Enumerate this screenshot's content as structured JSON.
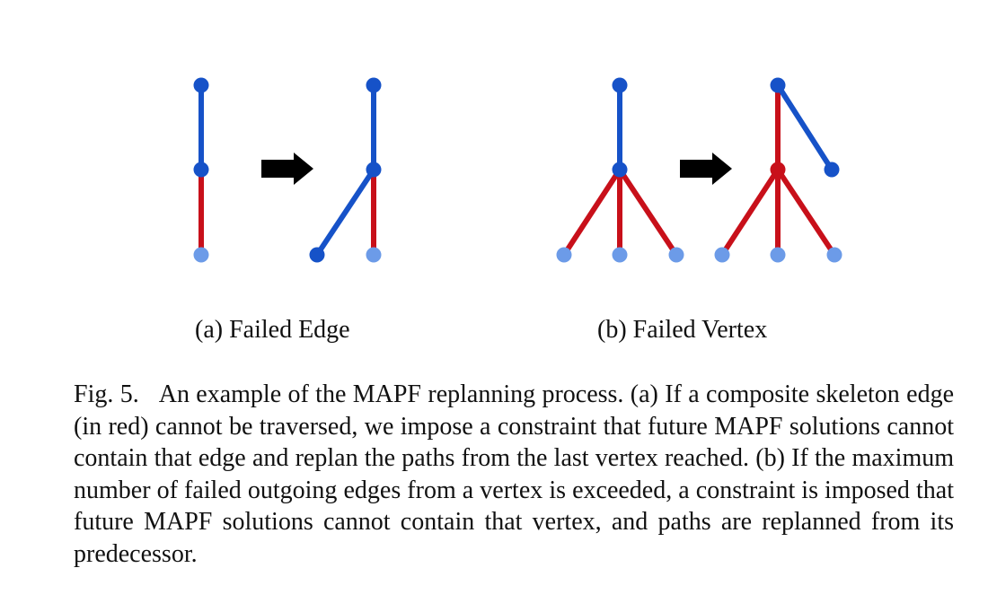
{
  "colors": {
    "blue_edge": "#1652C8",
    "blue_vertex": "#1652C8",
    "red_edge": "#C8101A",
    "red_vertex": "#C8101A",
    "light_blue_vertex": "#6C9BE8",
    "arrow": "#000000"
  },
  "figure": {
    "panels": [
      {
        "id": "a",
        "subcaption": "(a) Failed Edge"
      },
      {
        "id": "b",
        "subcaption": "(b) Failed Vertex"
      }
    ]
  },
  "caption": {
    "label": "Fig. 5.",
    "text": "An example of the MAPF replanning process. (a) If a composite skeleton edge (in red) cannot be traversed, we impose a constraint that future MAPF solutions cannot contain that edge and replan the paths from the last vertex reached. (b) If the maximum number of failed outgoing edges from a vertex is exceeded, a constraint is imposed that future MAPF solutions cannot contain that vertex, and paths are replanned from its predecessor."
  }
}
